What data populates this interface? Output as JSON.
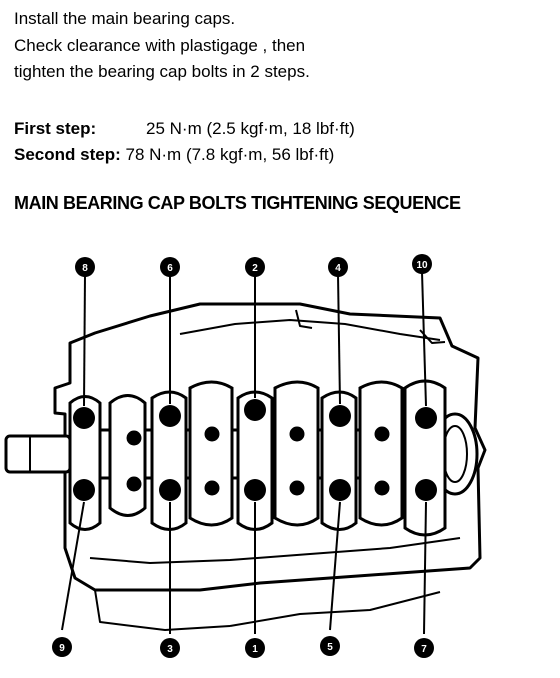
{
  "instructions": [
    "Install the main bearing caps.",
    "Check clearance with plastigage , then",
    "tighten the bearing cap bolts in 2 steps."
  ],
  "torque": {
    "first_label": "First step:",
    "first_value": "25 N·m (2.5 kgf·m, 18 lbf·ft)",
    "second_label": "Second step:",
    "second_value": "78 N·m (7.8 kgf·m, 56 lbf·ft)"
  },
  "heading": "MAIN BEARING CAP BOLTS TIGHTENING SEQUENCE",
  "sequence_labels": {
    "top": [
      "8",
      "6",
      "2",
      "4",
      "10"
    ],
    "bottom": [
      "9",
      "3",
      "1",
      "5",
      "7"
    ]
  }
}
